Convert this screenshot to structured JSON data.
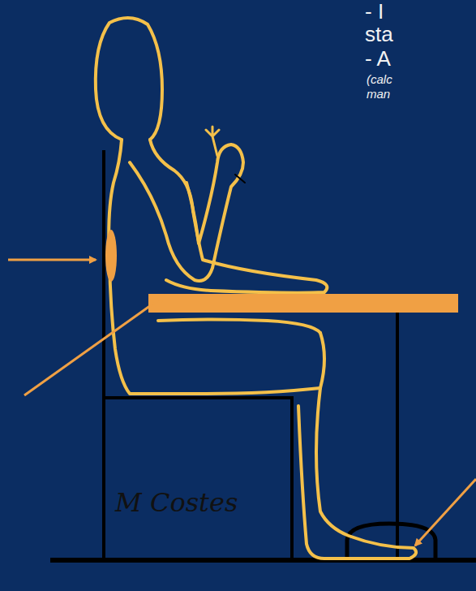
{
  "diagram": {
    "labels": [
      "- I",
      "sta",
      "- A",
      "(calc",
      "man",
      "M Costes"
    ]
  }
}
